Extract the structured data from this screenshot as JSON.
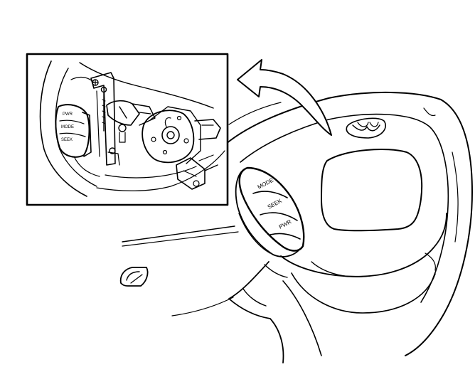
{
  "colors": {
    "ink": "#000000",
    "paper": "#ffffff"
  },
  "main_wheel": {
    "buttons": {
      "mode": "MODE",
      "seek": "SEEK",
      "pwr": "PWR"
    },
    "logo": "emblem-icon"
  },
  "inset": {
    "buttons": {
      "pwr": "PWR",
      "mode": "MODE",
      "seek": "SEEK"
    }
  },
  "arrow": "curved-arrow-icon"
}
